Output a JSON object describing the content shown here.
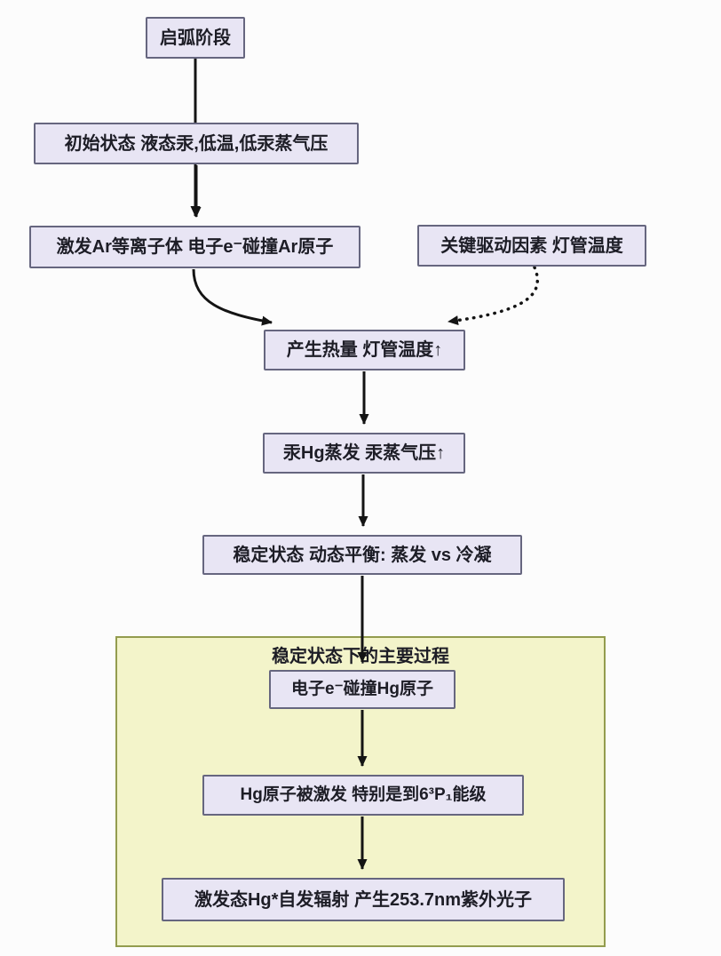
{
  "flowchart": {
    "nodes": [
      {
        "id": "arc-stage",
        "label": "启弧阶段"
      },
      {
        "id": "initial-state",
        "label": "初始状态 液态汞,低温,低汞蒸气压"
      },
      {
        "id": "excite-ar",
        "label": "激发Ar等离子体 电子e⁻碰撞Ar原子"
      },
      {
        "id": "key-driver",
        "label": "关键驱动因素 灯管温度"
      },
      {
        "id": "heat",
        "label": "产生热量 灯管温度↑"
      },
      {
        "id": "hg-evaporation",
        "label": "汞Hg蒸发 汞蒸气压↑"
      },
      {
        "id": "stable-state",
        "label": "稳定状态 动态平衡: 蒸发 vs 冷凝"
      },
      {
        "id": "electron-hg",
        "label": "电子e⁻碰撞Hg原子"
      },
      {
        "id": "hg-excited",
        "label": "Hg原子被激发 特别是到6³P₁能级"
      },
      {
        "id": "uv-emission",
        "label": "激发态Hg*自发辐射 产生253.7nm紫外光子"
      }
    ],
    "container": {
      "title": "稳定状态下的主要过程",
      "contains": [
        "electron-hg",
        "hg-excited",
        "uv-emission"
      ]
    },
    "edges": [
      {
        "from": "arc-stage",
        "to": "initial-state",
        "style": "solid"
      },
      {
        "from": "initial-state",
        "to": "excite-ar",
        "style": "solid"
      },
      {
        "from": "excite-ar",
        "to": "heat",
        "style": "solid-curved"
      },
      {
        "from": "key-driver",
        "to": "heat",
        "style": "dotted-curved"
      },
      {
        "from": "heat",
        "to": "hg-evaporation",
        "style": "solid"
      },
      {
        "from": "hg-evaporation",
        "to": "stable-state",
        "style": "solid"
      },
      {
        "from": "stable-state",
        "to": "electron-hg",
        "style": "solid"
      },
      {
        "from": "electron-hg",
        "to": "hg-excited",
        "style": "solid"
      },
      {
        "from": "hg-excited",
        "to": "uv-emission",
        "style": "solid"
      }
    ],
    "colors": {
      "node_fill": "#e8e5f4",
      "node_border": "#66667f",
      "node_text": "#1d1d26",
      "container_fill": "#f3f4ca",
      "container_border": "#939c4e",
      "arrow": "#141414",
      "background": "#fcfcfc"
    }
  }
}
